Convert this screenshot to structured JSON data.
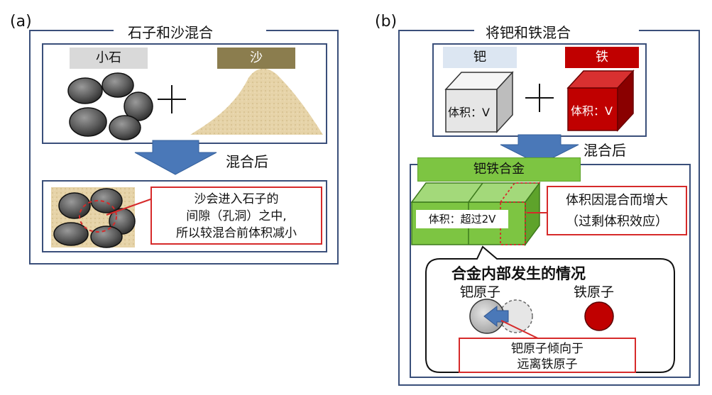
{
  "panel_a": {
    "label": "(a)",
    "title": "石子和沙混合",
    "stones_label": "小石",
    "sand_label": "沙",
    "after_mix": "混合后",
    "callout_lines": [
      "沙会进入石子的",
      "间隙（孔洞）之中,",
      "所以较混合前体积减小"
    ]
  },
  "panel_b": {
    "label": "(b)",
    "title": "将钯和铁混合",
    "pd_label": "钯",
    "fe_label": "铁",
    "pd_volume": "体积：V",
    "fe_volume": "体积：V",
    "after_mix": "混合后",
    "alloy_label": "钯铁合金",
    "alloy_volume": "体积：超过2V",
    "excess_lines": [
      "体积因混合而增大",
      "（过剩体积效应）"
    ],
    "inside_title": "合金内部发生的情况",
    "pd_atom": "钯原子",
    "fe_atom": "铁原子",
    "atom_callout_lines": [
      "钯原子倾向于",
      "远离铁原子"
    ]
  },
  "colors": {
    "frame": "#3a4f7a",
    "arrow": "#4a78b8",
    "stone_label_bg": "#d9d9d9",
    "sand_label_bg": "#8b7d4e",
    "pd_label_bg": "#dce6f2",
    "fe_label_bg": "#c00000",
    "alloy_green": "#7dc542",
    "callout_red": "#d62a2a",
    "fe_atom": "#c00000"
  }
}
